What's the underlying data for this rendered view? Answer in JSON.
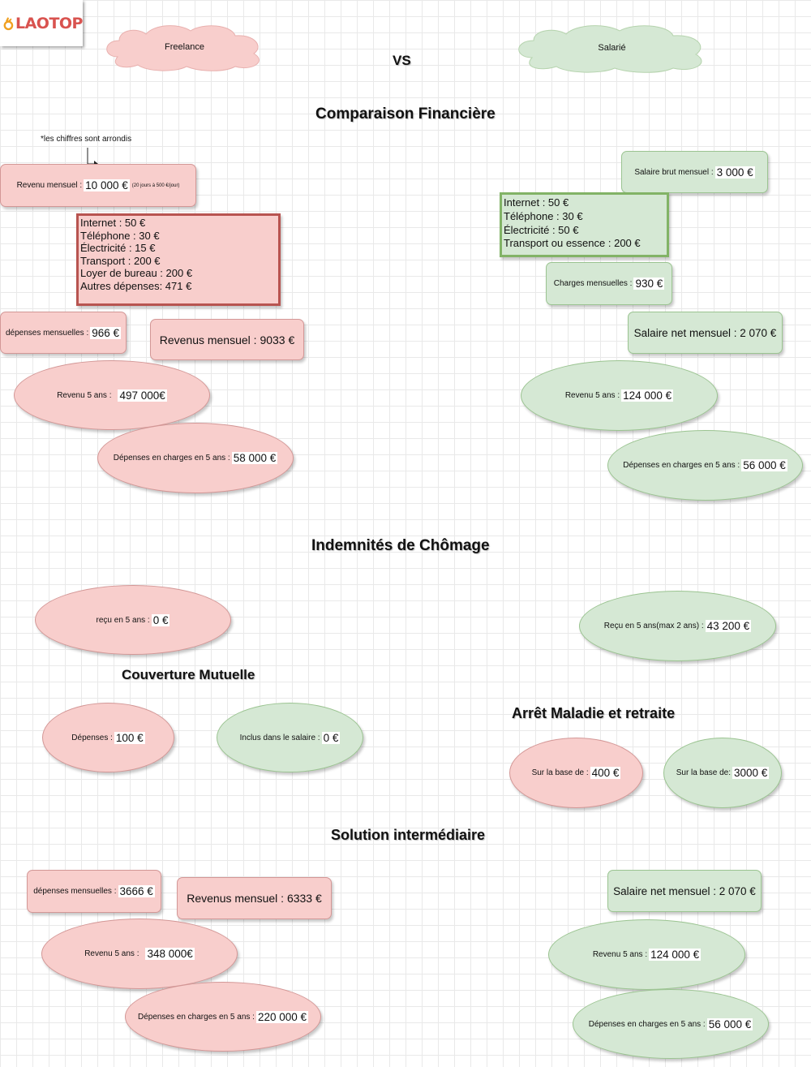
{
  "logo": {
    "text": "LAOTOP"
  },
  "header": {
    "freelance": "Freelance",
    "vs": "VS",
    "salarie": "Salarié"
  },
  "sections": {
    "financial": "Comparaison Financière",
    "chomage": "Indemnités de Chômage",
    "mutuelle": "Couverture Mutuelle",
    "maladie": "Arrêt Maladie et retraite",
    "intermediaire": "Solution intermédiaire"
  },
  "note": "*les chiffres sont arrondis",
  "freelance": {
    "revenu_mensuel": {
      "label": "Revenu mensuel :",
      "value": "10 000 €",
      "detail": "(20 jours à 500 €/jour)"
    },
    "expenses": [
      "Internet : 50 €",
      "Téléphone : 30 €",
      "Électricité : 15 €",
      "Transport : 200 €",
      "Loyer de bureau : 200 €",
      "Autres dépenses: 471 €"
    ],
    "depenses_mensuelles": {
      "label": "dépenses mensuelles :",
      "value": "966 €"
    },
    "revenus_mensuel_net": {
      "label": "Revenus mensuel :",
      "value": "9033 €"
    },
    "revenu_5ans": {
      "label": "Revenu 5 ans :",
      "value": "497 000€"
    },
    "depenses_5ans": {
      "label": "Dépenses en charges en 5 ans :",
      "value": "58 000 €"
    },
    "chomage": {
      "label": "reçu en 5 ans :",
      "value": "0  €"
    },
    "mutuelle": {
      "label": "Dépenses :",
      "value": "100  €"
    },
    "maladie": {
      "label": "Sur la base de :",
      "value": "400  €"
    }
  },
  "salarie": {
    "salaire_brut": {
      "label": "Salaire brut mensuel :",
      "value": "3 000 €"
    },
    "expenses": [
      "Internet : 50 €",
      "Téléphone : 30 €",
      "Électricité : 50 €",
      "Transport ou essence : 200 €"
    ],
    "charges_mensuelles": {
      "label": "Charges mensuelles :",
      "value": "930 €"
    },
    "salaire_net": {
      "label": "Salaire net mensuel :",
      "value": "2 070 €"
    },
    "revenu_5ans": {
      "label": "Revenu 5 ans :",
      "value": "124 000 €"
    },
    "depenses_5ans": {
      "label": "Dépenses en charges en 5 ans :",
      "value": "56 000 €"
    },
    "chomage": {
      "label": "Reçu en 5 ans(max 2 ans) :",
      "value": "43 200 €"
    },
    "mutuelle": {
      "label": "Inclus dans le salaire :",
      "value": "0 €"
    },
    "maladie": {
      "label": "Sur la base de:",
      "value": "3000 €"
    }
  },
  "intermediaire": {
    "freelance": {
      "depenses_mensuelles": {
        "label": "dépenses mensuelles :",
        "value": "3666 €"
      },
      "revenus_mensuel": {
        "label": "Revenus mensuel :",
        "value": "6333 €"
      },
      "revenu_5ans": {
        "label": "Revenu 5 ans :",
        "value": "348 000€"
      },
      "depenses_5ans": {
        "label": "Dépenses en charges en 5 ans :",
        "value": "220 000 €"
      }
    },
    "salarie": {
      "salaire_net": {
        "label": "Salaire net mensuel :",
        "value": "2 070 €"
      },
      "revenu_5ans": {
        "label": "Revenu 5 ans :",
        "value": "124 000 €"
      },
      "depenses_5ans": {
        "label": "Dépenses en charges en 5 ans :",
        "value": "56 000 €"
      }
    }
  },
  "colors": {
    "freelance_fill": "#f8cecc",
    "freelance_stroke": "#b85450",
    "salarie_fill": "#d5e8d4",
    "salarie_stroke": "#82b366"
  }
}
